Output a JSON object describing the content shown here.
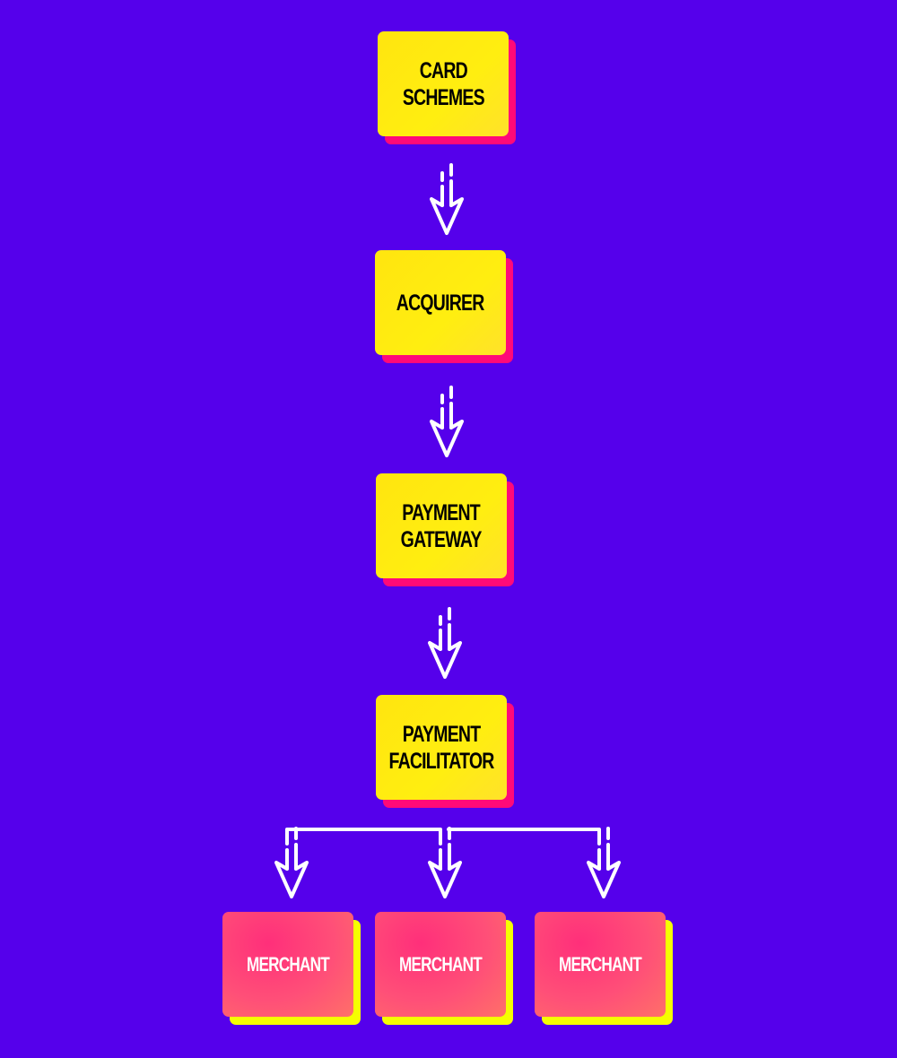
{
  "diagram": {
    "nodes": [
      {
        "id": "card-schemes",
        "label": "CARD\nSCHEMES"
      },
      {
        "id": "acquirer",
        "label": "ACQUIRER"
      },
      {
        "id": "payment-gateway",
        "label": "PAYMENT\nGATEWAY"
      },
      {
        "id": "payment-facilitator",
        "label": "PAYMENT\nFACILITATOR"
      }
    ],
    "merchants": [
      {
        "label": "MERCHANT"
      },
      {
        "label": "MERCHANT"
      },
      {
        "label": "MERCHANT"
      }
    ],
    "colors": {
      "background": "#5500EB",
      "primary_box": "#FFEA0F",
      "primary_shadow": "#FF0A78",
      "merchant_box": "#FF4F78",
      "merchant_shadow": "#F5FF00",
      "arrow": "#FFFFFF"
    }
  }
}
